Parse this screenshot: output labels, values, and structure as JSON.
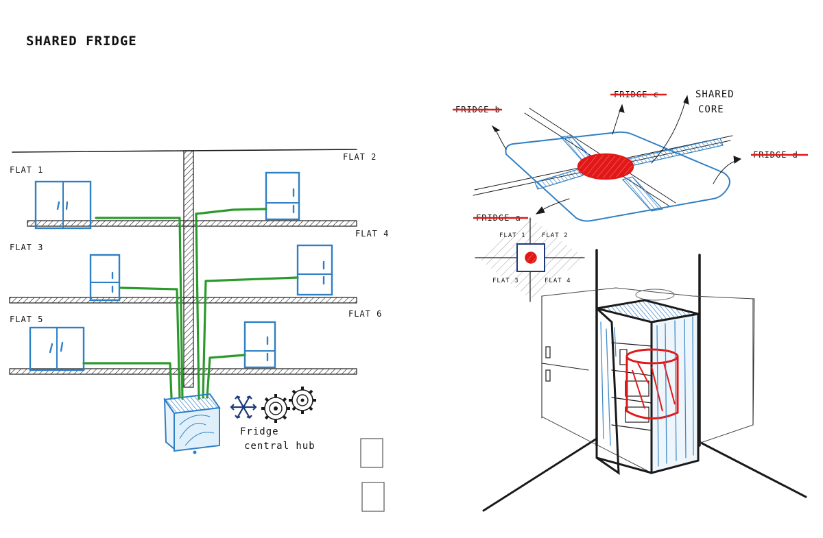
{
  "title": "SHARED FRIDGE",
  "building": {
    "flats": [
      {
        "label": "FLAT 1"
      },
      {
        "label": "FLAT 2"
      },
      {
        "label": "FLAT 3"
      },
      {
        "label": "FLAT 4"
      },
      {
        "label": "FLAT 5"
      },
      {
        "label": "FLAT 6"
      }
    ],
    "hub_label_line1": "Fridge",
    "hub_label_line2": "central hub"
  },
  "core_plan": {
    "labels": {
      "fridge_a": "FRIDGE a",
      "fridge_b": "FRIDGE b",
      "fridge_c": "FRIDGE c",
      "fridge_d": "FRIDGE d",
      "shared_core_line1": "SHARED",
      "shared_core_line2": "CORE"
    },
    "mini_plan": {
      "flat_1": "FLAT 1",
      "flat_2": "FLAT 2",
      "flat_3": "FLAT 3",
      "flat_4": "FLAT 4"
    }
  },
  "colors": {
    "pipes": "#2a9a2a",
    "fridges": "#2f7fc4",
    "core": "#e01818",
    "ink": "#1a1a1a",
    "snowflake": "#1c3a78"
  },
  "icons": [
    "snowflake-icon",
    "gear-icon",
    "gear-icon"
  ]
}
